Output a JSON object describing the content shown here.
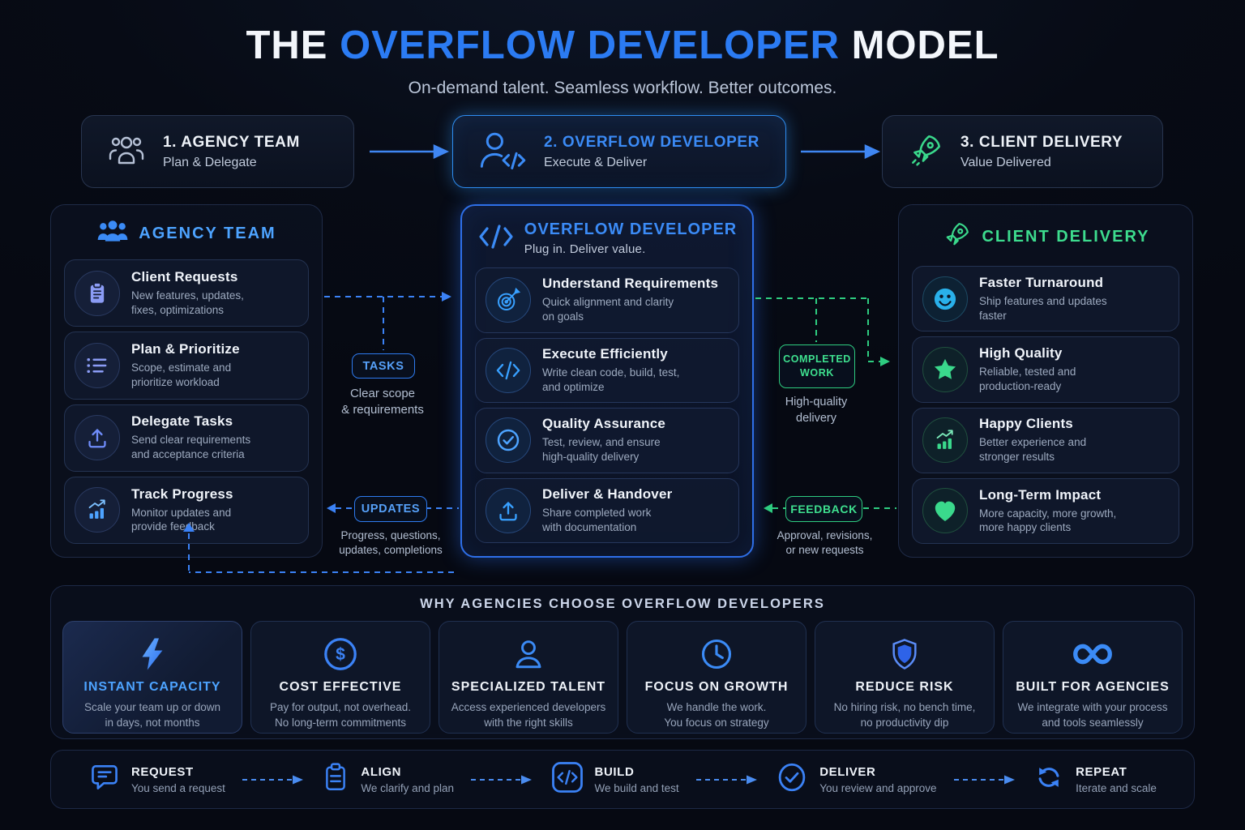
{
  "title": {
    "pre": "THE ",
    "highlight": "OVERFLOW DEVELOPER",
    "post": " MODEL"
  },
  "subtitle": "On-demand talent. Seamless workflow. Better outcomes.",
  "top_row": [
    {
      "label": "1. AGENCY TEAM",
      "subtitle": "Plan & Delegate",
      "icon": "team-icon"
    },
    {
      "label": "2. OVERFLOW DEVELOPER",
      "subtitle": "Execute & Deliver",
      "icon": "developer-code-icon"
    },
    {
      "label": "3. CLIENT DELIVERY",
      "subtitle": "Value Delivered",
      "icon": "rocket-icon"
    }
  ],
  "panels": {
    "agency": {
      "title": "AGENCY TEAM",
      "icon": "team-icon",
      "cards": [
        {
          "title": "Client Requests",
          "desc": "New features, updates,\nfixes, optimizations",
          "icon": "clipboard-icon"
        },
        {
          "title": "Plan & Prioritize",
          "desc": "Scope, estimate and\nprioritize workload",
          "icon": "list-icon"
        },
        {
          "title": "Delegate Tasks",
          "desc": "Send clear requirements\nand acceptance criteria",
          "icon": "upload-icon"
        },
        {
          "title": "Track Progress",
          "desc": "Monitor updates and\nprovide feedback",
          "icon": "chart-up-icon"
        }
      ]
    },
    "developer": {
      "title": "OVERFLOW DEVELOPER",
      "subtitle": "Plug in. Deliver value.",
      "icon": "code-icon",
      "cards": [
        {
          "title": "Understand Requirements",
          "desc": "Quick alignment and clarity\non goals",
          "icon": "target-icon"
        },
        {
          "title": "Execute Efficiently",
          "desc": "Write clean code, build, test,\nand optimize",
          "icon": "code-icon"
        },
        {
          "title": "Quality Assurance",
          "desc": "Test, review, and ensure\nhigh-quality delivery",
          "icon": "check-circle-icon"
        },
        {
          "title": "Deliver & Handover",
          "desc": "Share completed work\nwith documentation",
          "icon": "upload-icon"
        }
      ]
    },
    "client": {
      "title": "CLIENT DELIVERY",
      "icon": "rocket-icon",
      "cards": [
        {
          "title": "Faster Turnaround",
          "desc": "Ship features and updates\nfaster",
          "icon": "smiley-icon"
        },
        {
          "title": "High Quality",
          "desc": "Reliable, tested and\nproduction-ready",
          "icon": "star-icon"
        },
        {
          "title": "Happy Clients",
          "desc": "Better experience and\nstronger results",
          "icon": "chart-up-icon"
        },
        {
          "title": "Long-Term Impact",
          "desc": "More capacity, more growth,\nmore happy clients",
          "icon": "heart-icon"
        }
      ]
    }
  },
  "connectors": {
    "tasks": {
      "label": "TASKS",
      "caption": "Clear scope\n& requirements"
    },
    "updates": {
      "label": "UPDATES",
      "caption": "Progress, questions,\nupdates, completions"
    },
    "completed": {
      "label": "COMPLETED\nWORK",
      "caption": "High-quality\ndelivery"
    },
    "feedback": {
      "label": "FEEDBACK",
      "caption": "Approval, revisions,\nor new requests"
    }
  },
  "why": {
    "title": "WHY AGENCIES CHOOSE OVERFLOW DEVELOPERS",
    "cards": [
      {
        "title": "INSTANT CAPACITY",
        "desc": "Scale your team up or down\nin days, not months",
        "icon": "lightning-icon"
      },
      {
        "title": "COST EFFECTIVE",
        "desc": "Pay for output, not overhead.\nNo long-term commitments",
        "icon": "dollar-icon"
      },
      {
        "title": "SPECIALIZED TALENT",
        "desc": "Access experienced developers\nwith the right skills",
        "icon": "person-icon"
      },
      {
        "title": "FOCUS ON GROWTH",
        "desc": "We handle the work.\nYou focus on strategy",
        "icon": "clock-icon"
      },
      {
        "title": "REDUCE RISK",
        "desc": "No hiring risk, no bench time,\nno productivity dip",
        "icon": "shield-icon"
      },
      {
        "title": "BUILT FOR AGENCIES",
        "desc": "We integrate with your process\nand tools seamlessly",
        "icon": "infinity-icon"
      }
    ]
  },
  "flow": [
    {
      "title": "REQUEST",
      "desc": "You send a request",
      "icon": "chat-icon"
    },
    {
      "title": "ALIGN",
      "desc": "We clarify and plan",
      "icon": "clipboard-icon"
    },
    {
      "title": "BUILD",
      "desc": "We build and test",
      "icon": "code-square-icon"
    },
    {
      "title": "DELIVER",
      "desc": "You review and approve",
      "icon": "check-circle-icon"
    },
    {
      "title": "REPEAT",
      "desc": "Iterate and scale",
      "icon": "refresh-icon"
    }
  ],
  "colors": {
    "accent_blue": "#2f7df6",
    "light_blue": "#4da3ff",
    "green": "#3ad98c",
    "background": "#070b15"
  }
}
